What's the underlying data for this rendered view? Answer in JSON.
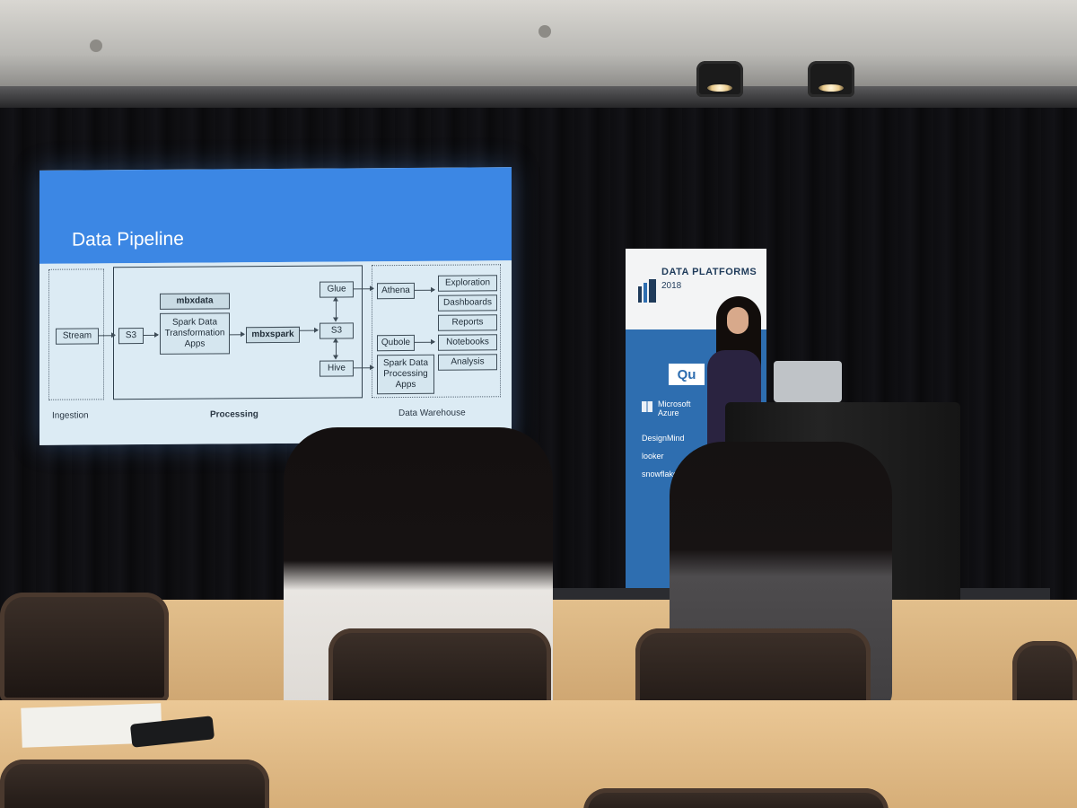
{
  "slide": {
    "title": "Data Pipeline",
    "sections": {
      "ingestion": "Ingestion",
      "processing": "Processing",
      "warehouse": "Data Warehouse"
    },
    "nodes": {
      "stream": "Stream",
      "s3_in": "S3",
      "mbxdata": "mbxdata",
      "spark_transform": "Spark Data Transformation Apps",
      "mbxspark": "mbxspark",
      "glue": "Glue",
      "s3_mid": "S3",
      "hive": "Hive",
      "athena": "Athena",
      "qubole": "Qubole",
      "spark_processing": "Spark Data Processing Apps",
      "exploration": "Exploration",
      "dashboards": "Dashboards",
      "reports": "Reports",
      "notebooks": "Notebooks",
      "analysis": "Analysis"
    }
  },
  "banner": {
    "name": "DATA PLATFORMS",
    "year": "2018",
    "sponsors": {
      "qubole_short": "Qu",
      "microsoft": "Microsoft Azure",
      "designmind": "DesignMind",
      "looker": "looker",
      "snowflake": "snowflake"
    }
  },
  "colors": {
    "slide_header": "#3c87e4",
    "slide_body": "#dcebf4",
    "banner": "#2e6eb0",
    "table": "#e2bf8c"
  }
}
